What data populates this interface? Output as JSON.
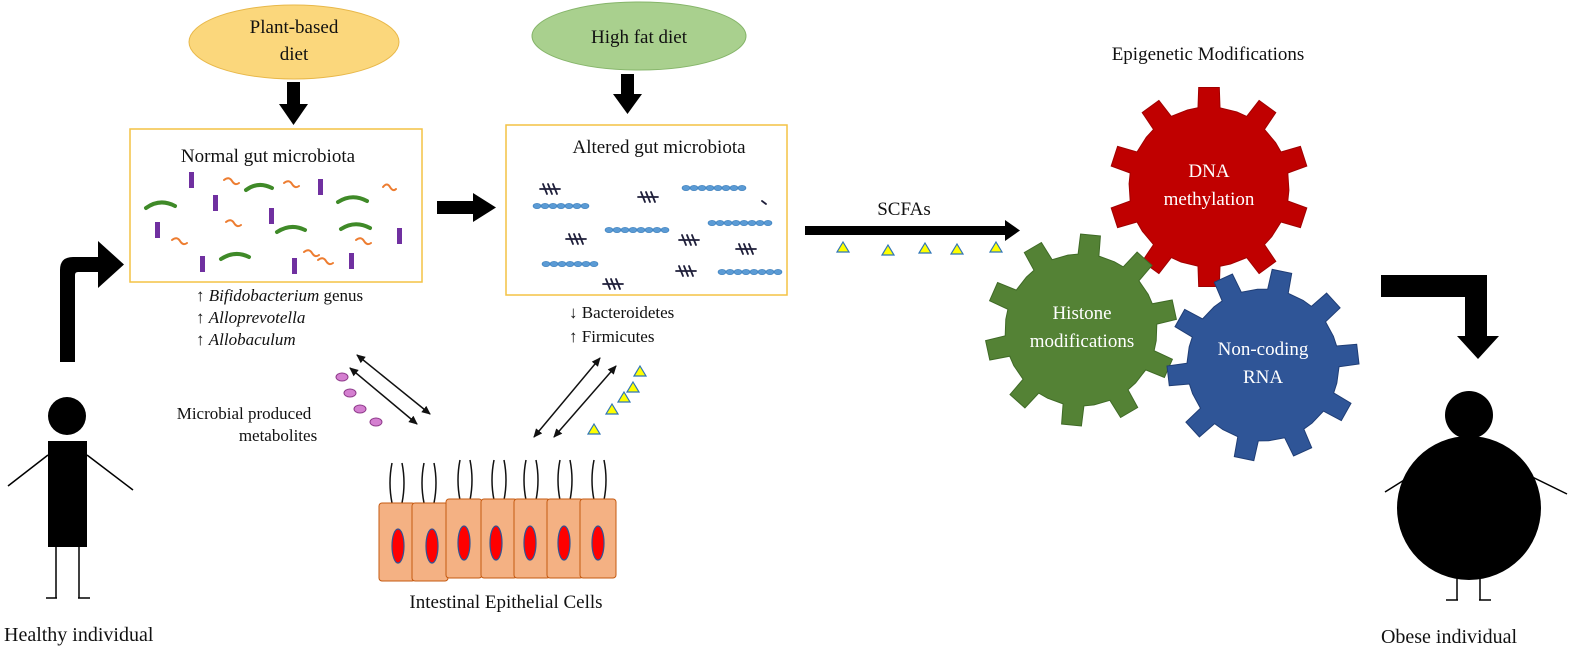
{
  "diets": {
    "plant": {
      "line1": "Plant-based",
      "line2": "diet",
      "color": "#fbd77c"
    },
    "highfat": {
      "label": "High fat diet",
      "color": "#a9d08e"
    }
  },
  "normal_box": {
    "title": "Normal gut microbiota",
    "changes": [
      {
        "arrow": "↑",
        "italic": "Bifidobacterium",
        "rest": " genus"
      },
      {
        "arrow": "↑",
        "italic": "Alloprevotella",
        "rest": ""
      },
      {
        "arrow": "↑",
        "italic": "Allobaculum",
        "rest": ""
      }
    ]
  },
  "altered_box": {
    "title": "Altered gut microbiota",
    "changes": [
      "↓ Bacteroidetes",
      "↑ Firmicutes"
    ]
  },
  "metabolites": {
    "line1": "Microbial produced",
    "line2": "metabolites"
  },
  "epithelium": {
    "label": "Intestinal Epithelial Cells"
  },
  "scfas": {
    "label": "SCFAs"
  },
  "epigenetic": {
    "title": "Epigenetic Modifications",
    "dna": {
      "line1": "DNA",
      "line2": "methylation",
      "color": "#c00000"
    },
    "histone": {
      "line1": "Histone",
      "line2": "modifications",
      "color": "#548235"
    },
    "ncrna": {
      "line1": "Non-coding",
      "line2": "RNA",
      "color": "#2f5597"
    }
  },
  "people": {
    "healthy": "Healthy individual",
    "obese": "Obese individual"
  }
}
